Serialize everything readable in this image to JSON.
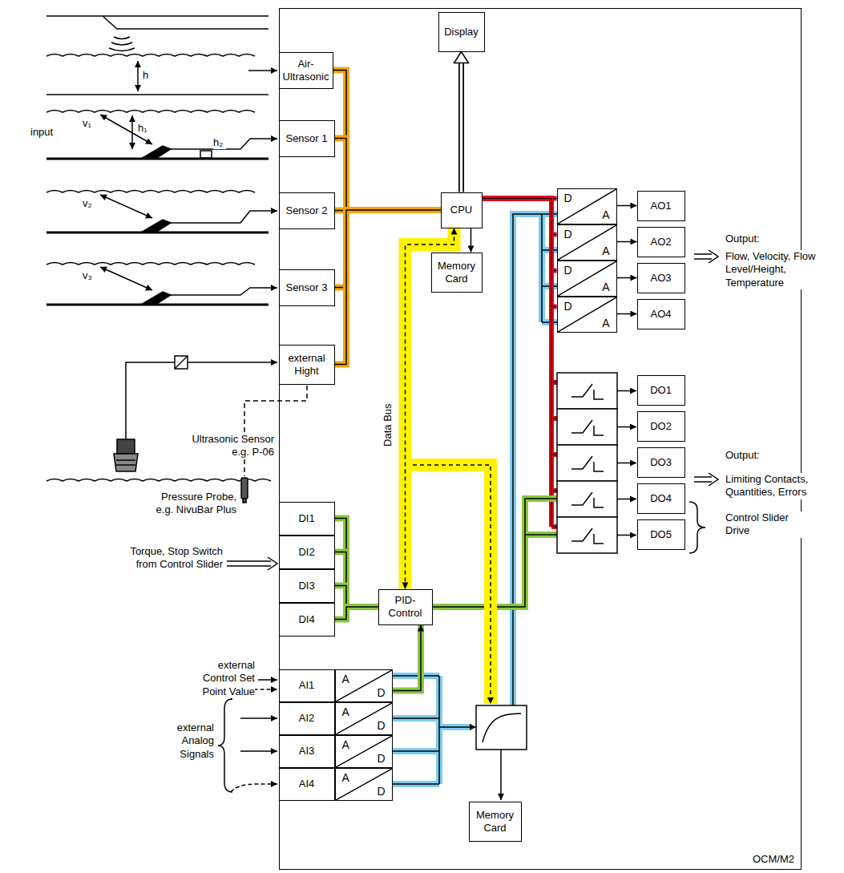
{
  "diagram": {
    "nodes": [
      {
        "text": [
          "OCM/M2"
        ]
      },
      {
        "text": [
          "Display"
        ],
        "in": 0
      },
      {
        "text": [
          "Air- Ultrasonic"
        ],
        "in": 0
      },
      {
        "text": [
          "Sensor 1"
        ],
        "in": 0
      },
      {
        "text": [
          "Sensor 2"
        ],
        "in": 0
      },
      {
        "text": [
          "Sensor 3"
        ],
        "in": 0
      },
      {
        "text": [
          "external Hight"
        ],
        "in": 0
      },
      {
        "text": [
          "CPU"
        ],
        "in": 0
      },
      {
        "text": [
          "Memory Card"
        ],
        "in": 0
      },
      {
        "text": [
          "D",
          "A"
        ],
        "in": 0
      },
      {
        "text": [
          "D",
          "A"
        ],
        "in": 0
      },
      {
        "text": [
          "D",
          "A"
        ],
        "in": 0
      },
      {
        "text": [
          "D",
          "A"
        ],
        "in": 0
      },
      {
        "text": [
          "AO1"
        ],
        "in": 0
      },
      {
        "text": [
          "AO2"
        ],
        "in": 0
      },
      {
        "text": [
          "AO3"
        ],
        "in": 0
      },
      {
        "text": [
          "AO4"
        ],
        "in": 0
      },
      {
        "text": [
          "DO1"
        ],
        "in": 0
      },
      {
        "text": [
          "DO2"
        ],
        "in": 0
      },
      {
        "text": [
          "DO3"
        ],
        "in": 0
      },
      {
        "text": [
          "DO4"
        ],
        "in": 0
      },
      {
        "text": [
          "DO5"
        ],
        "in": 0
      },
      {
        "text": [
          "DI1"
        ],
        "in": 0
      },
      {
        "text": [
          "DI2"
        ],
        "in": 0
      },
      {
        "text": [
          "DI3"
        ],
        "in": 0
      },
      {
        "text": [
          "DI4"
        ],
        "in": 0
      },
      {
        "text": [
          "PID- Control"
        ],
        "in": 0
      },
      {
        "text": [
          "AI1"
        ],
        "in": 0
      },
      {
        "text": [
          "AI2"
        ],
        "in": 0
      },
      {
        "text": [
          "AI3"
        ],
        "in": 0
      },
      {
        "text": [
          "AI4"
        ],
        "in": 0
      },
      {
        "text": [
          "A",
          "D"
        ],
        "in": 0
      },
      {
        "text": [
          "A",
          "D"
        ],
        "in": 0
      },
      {
        "text": [
          "A",
          "D"
        ],
        "in": 0
      },
      {
        "text": [
          "A",
          "D"
        ],
        "in": 0
      },
      {
        "text": [
          "Memory Card"
        ],
        "in": 0
      }
    ],
    "edges": [
      {
        "from": 2,
        "to": 7,
        "arrow": "none"
      },
      {
        "from": 3,
        "to": 7,
        "arrow": "none"
      },
      {
        "from": 4,
        "to": 7,
        "arrow": "none"
      },
      {
        "from": 5,
        "to": 7,
        "arrow": "none"
      },
      {
        "from": 6,
        "to": 7,
        "arrow": "none"
      },
      {
        "from": 7,
        "to": 1,
        "arrow": "to"
      },
      {
        "from": 7,
        "to": 8,
        "arrow": "to"
      },
      {
        "from": 7,
        "to": 9,
        "arrow": "none"
      },
      {
        "from": 7,
        "to": 10,
        "arrow": "none"
      },
      {
        "from": 7,
        "to": 11,
        "arrow": "none"
      },
      {
        "from": 7,
        "to": 12,
        "arrow": "none"
      },
      {
        "from": 9,
        "to": 13,
        "arrow": "to"
      },
      {
        "from": 10,
        "to": 14,
        "arrow": "to"
      },
      {
        "from": 11,
        "to": 15,
        "arrow": "to"
      },
      {
        "from": 12,
        "to": 16,
        "arrow": "to"
      },
      {
        "from": 22,
        "to": 26,
        "arrow": "none"
      },
      {
        "from": 23,
        "to": 26,
        "arrow": "none"
      },
      {
        "from": 24,
        "to": 26,
        "arrow": "none"
      },
      {
        "from": 25,
        "to": 26,
        "arrow": "none"
      },
      {
        "from": 26,
        "to": 7,
        "arrow": "both"
      },
      {
        "from": 31,
        "to": 26,
        "arrow": "to"
      }
    ],
    "labels": [
      "input",
      "h",
      "v₁",
      "h₁",
      "h₂",
      "v₂",
      "v₃",
      "Ultrasonic Sensor e.g. P-06",
      "Pressure Probe, e.g. NivuBar Plus",
      "Torque, Stop Switch from Control Slider",
      "external Control Set Point Value",
      "external Analog Signals",
      "Data Bus",
      "Output:",
      "Flow, Velocity, Flow Level/Height, Temperature",
      "Output:",
      "Limiting Contacts, Quantities, Errors",
      "Control Slider Drive"
    ]
  }
}
